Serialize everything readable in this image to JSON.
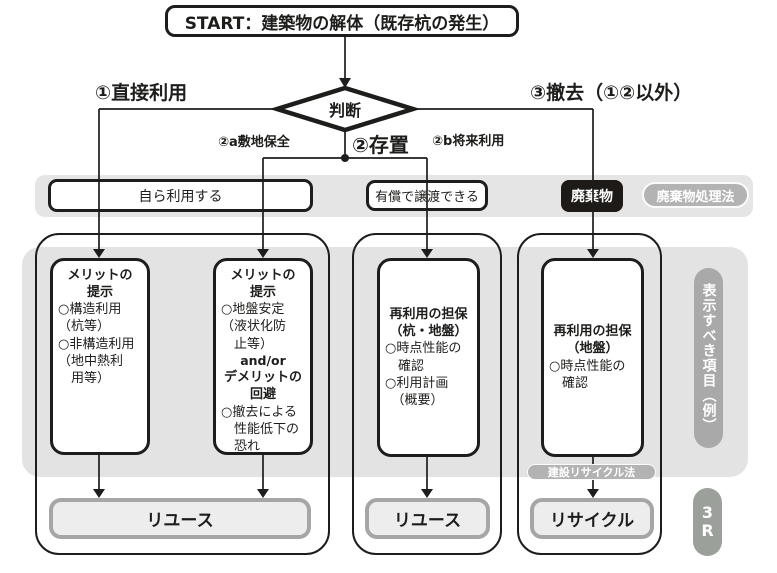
{
  "colors": {
    "ink": "#1d1d1b",
    "band_gray": "#e5e5e5",
    "panel_gray": "#e3e3e3",
    "badge_gray": "#b3b3b3",
    "result_border": "#a6a6a6",
    "result_fill": "#ededed",
    "waste_black": "#1d1a17"
  },
  "flow": {
    "start": "START：建築物の解体（既存杭の発生）",
    "decision": "判断",
    "branch1": "①直接利用",
    "branch2": "②存置",
    "branch2a": "②a敷地保全",
    "branch2b": "②b将来利用",
    "branch3": "③撤去（①②以外）"
  },
  "status_row": {
    "self_use": "自ら利用する",
    "paid_transfer": "有償で譲渡できる",
    "waste": "廃棄物",
    "waste_law_badge": "廃棄物処理法"
  },
  "display_items": {
    "box1": {
      "heading": "メリットの\n提示",
      "body": "○構造利用\n（杭等）\n○非構造利用\n（地中熱利\n　用等）"
    },
    "box2": {
      "heading": "メリットの\n提示",
      "body": "○地盤安定\n（液状化防\n　止等）",
      "connector": "and/or",
      "heading2": "デメリットの\n回避",
      "body2": "○撤去による\n　性能低下の\n　恐れ"
    },
    "box3": {
      "heading": "再利用の担保\n（杭・地盤）",
      "body": "○時点性能の\n　確認\n○利用計画\n　（概要）"
    },
    "box4": {
      "heading": "再利用の担保\n（地盤）",
      "body": "○時点性能の\n　確認"
    }
  },
  "results": {
    "reuse1": "リユース",
    "reuse2": "リユース",
    "recycle": "リサイクル",
    "recycle_law_badge": "建設リサイクル法"
  },
  "side": {
    "vertical_label": "表示すべき項目（例）",
    "three_r": "3\nR"
  }
}
